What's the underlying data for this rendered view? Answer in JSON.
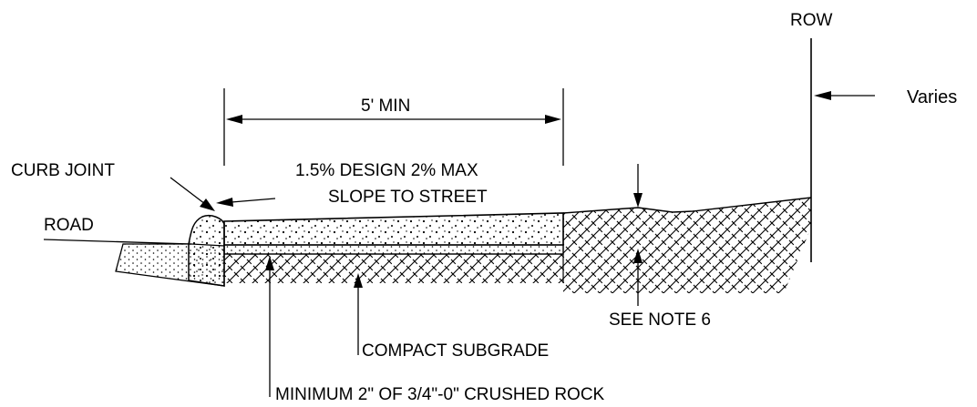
{
  "labels": {
    "row": "ROW",
    "varies": "Varies",
    "min_width": "5' MIN",
    "curb_joint": "CURB JOINT",
    "slope_line1": "1.5% DESIGN 2% MAX",
    "slope_line2": "SLOPE TO STREET",
    "road": "ROAD",
    "see_note": "SEE NOTE 6",
    "subgrade": "COMPACT SUBGRADE",
    "crushed_rock": "MINIMUM 2\" OF 3/4\"-0\" CRUSHED ROCK"
  },
  "colors": {
    "line": "#000000",
    "background": "#ffffff"
  }
}
